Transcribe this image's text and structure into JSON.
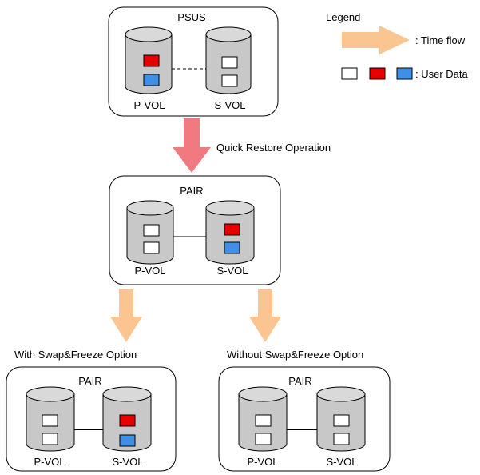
{
  "legend": {
    "title": "Legend",
    "time_flow_label": ": Time flow",
    "user_data_label": ": User Data"
  },
  "colors": {
    "empty": "#ffffff",
    "red_data": "#e60000",
    "blue_data": "#3f8fe6",
    "flow_red_arrow": "#f07a7f",
    "flow_orange_arrow": "#fbc591"
  },
  "diagram": {
    "top_state": {
      "status": "PSUS",
      "pvol_label": "P-VOL",
      "svol_label": "S-VOL",
      "link": "dashed",
      "pvol_blocks": [
        "red",
        "blue"
      ],
      "svol_blocks": [
        "empty",
        "empty"
      ]
    },
    "operation_label": "Quick Restore Operation",
    "middle_state": {
      "status": "PAIR",
      "pvol_label": "P-VOL",
      "svol_label": "S-VOL",
      "link": "solid",
      "pvol_blocks": [
        "empty",
        "empty"
      ],
      "svol_blocks": [
        "red",
        "blue"
      ]
    },
    "left_branch": {
      "label": "With Swap&Freeze Option",
      "status": "PAIR",
      "pvol_label": "P-VOL",
      "svol_label": "S-VOL",
      "link": "solid",
      "pvol_blocks": [
        "empty",
        "empty"
      ],
      "svol_blocks": [
        "red",
        "blue"
      ]
    },
    "right_branch": {
      "label": "Without Swap&Freeze Option",
      "status": "PAIR",
      "pvol_label": "P-VOL",
      "svol_label": "S-VOL",
      "link": "solid",
      "pvol_blocks": [
        "empty",
        "empty"
      ],
      "svol_blocks": [
        "empty",
        "empty"
      ]
    }
  }
}
